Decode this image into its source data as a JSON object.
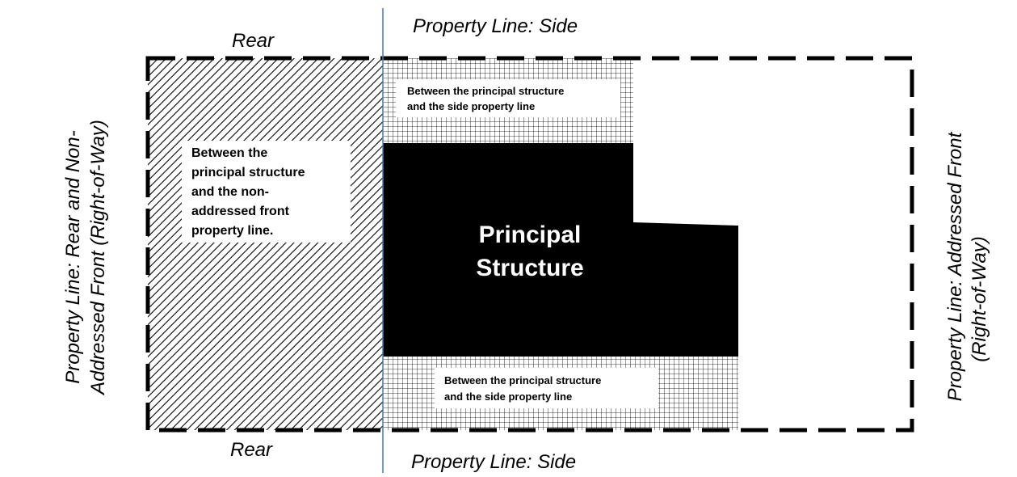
{
  "labels": {
    "rear_top": "Rear",
    "rear_bottom": "Rear",
    "side_top": "Property Line: Side",
    "side_bottom": "Property Line: Side",
    "left_line1": "Property Line: Rear and Non-",
    "left_line2": "Addressed Front (Right-of-Way)",
    "right_line1": "Property Line: Addressed Front",
    "right_line2": "(Right-of-Way)"
  },
  "zones": {
    "rear_zone": {
      "lines": [
        "Between the",
        "principal structure",
        "and the non-",
        "addressed front",
        "property line."
      ]
    },
    "side_zone_top": {
      "lines": [
        "Between the principal structure",
        "and the side property line"
      ]
    },
    "side_zone_bottom": {
      "lines": [
        "Between the principal structure",
        "and the side property line"
      ]
    },
    "principal_structure": {
      "lines": [
        "Principal",
        "Structure"
      ]
    }
  },
  "colors": {
    "lines": "#000000",
    "divider": "#4a78b8",
    "structure": "#000000",
    "background": "#ffffff"
  }
}
